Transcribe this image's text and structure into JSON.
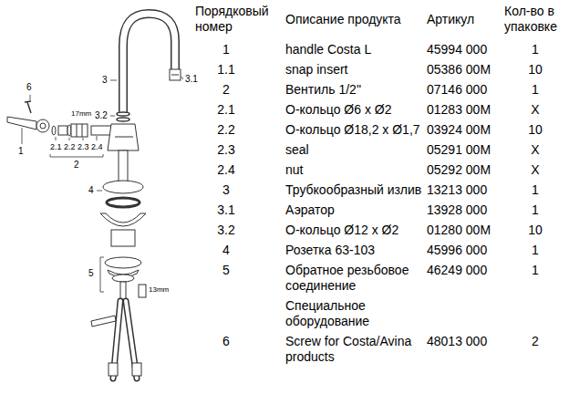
{
  "diagram": {
    "labels": [
      "Порядковый номер",
      "Описание продукта",
      "Артикул",
      "Кол-во в упаковке",
      "1",
      "handle Costa L",
      "45994 000",
      "1",
      "1.1",
      "snap insert",
      "05386 00M",
      "10",
      "2",
      "Вентиль 1/2''",
      "07146 000",
      "1",
      "2.1",
      "О-кольцо Ø6 x Ø2",
      "01283 00M",
      "X",
      "2.2",
      "О-кольцо Ø18,2 x Ø1,7",
      "03924 00M",
      "10",
      "2.3",
      "seal",
      "05291 00M",
      "X",
      "2.4",
      "nut",
      "05292 00M",
      "X",
      "3",
      "Трубкообразный излив",
      "13213 000",
      "1",
      "3.1",
      "Аэратор",
      "13928 000",
      "1",
      "3.2",
      "О-кольцо Ø12 x Ø2",
      "01280 00M",
      "10",
      "4",
      "Розетка 63-103",
      "45996 000",
      "1",
      "5",
      "Обратное резьбовое соединение",
      "46249 000",
      "1",
      "Специальное оборудование",
      "6",
      "Screw for Costa/Avina products",
      "48013 000",
      "2",
      "3",
      "3.1",
      "3.2",
      "6",
      "1",
      "2",
      "2.1",
      "2.2",
      "2.3",
      "2.4",
      "4",
      "5",
      "17mm",
      "13mm"
    ]
  }
}
